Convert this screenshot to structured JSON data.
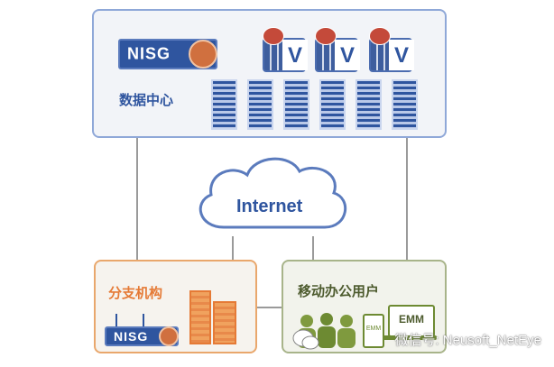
{
  "datacenter": {
    "label": "数据中心",
    "nisg_label": "NISG",
    "vfw_label": "V"
  },
  "cloud": {
    "label": "Internet"
  },
  "branch": {
    "label": "分支机构",
    "nisg_label": "NISG"
  },
  "mobile": {
    "label": "移动办公用户",
    "emm_label": "EMM",
    "phone_label": "EMM"
  },
  "watermark": {
    "text": "微信号: Neusoft_NetEye"
  },
  "colors": {
    "blue": "#2f559f",
    "orange": "#e8894a",
    "olive": "#a8b48a"
  }
}
